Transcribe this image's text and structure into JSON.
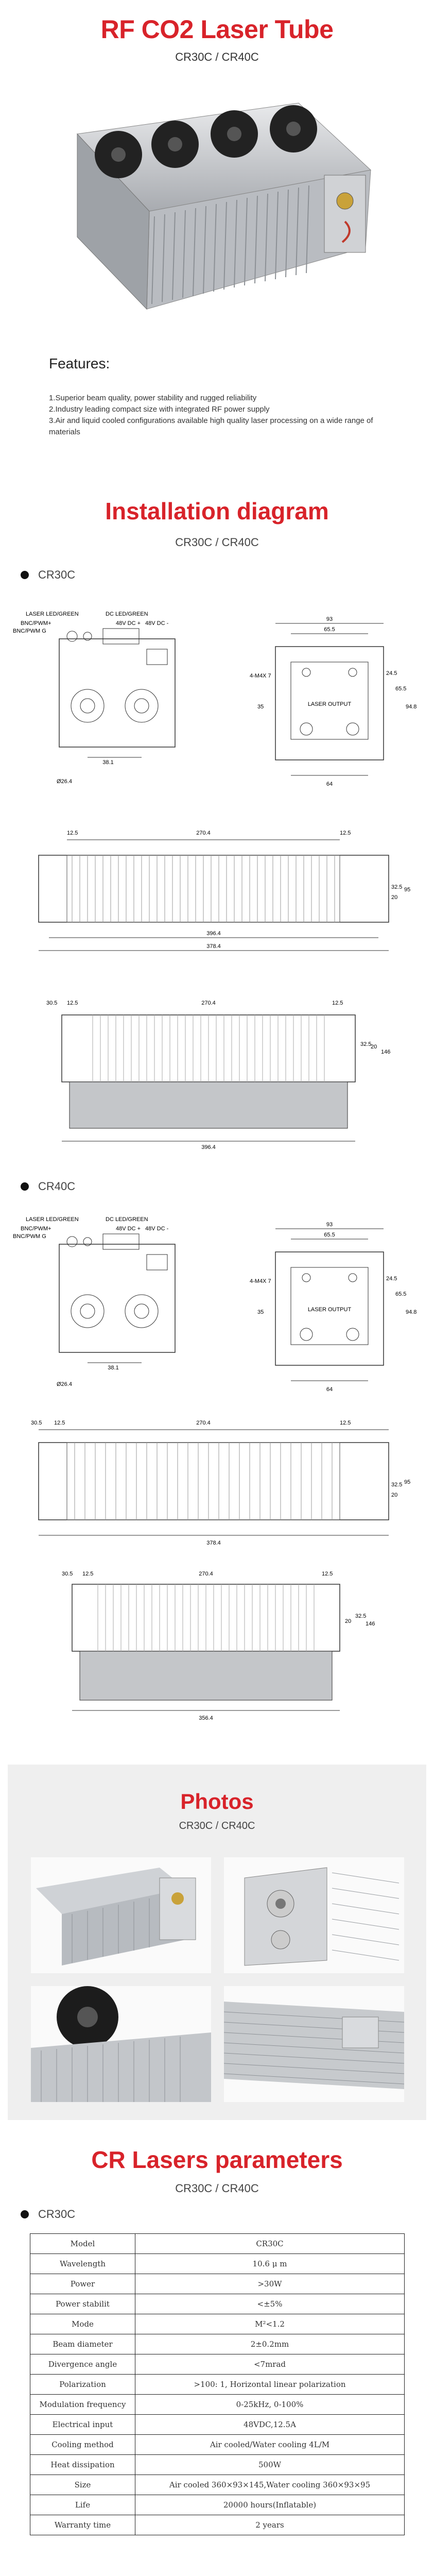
{
  "header": {
    "title": "RF CO2 Laser Tube",
    "models": "CR30C / CR40C"
  },
  "features": {
    "heading": "Features:",
    "items": [
      "1.Superior beam quality, power stability and rugged reliability",
      "2.Industry leading compact size with integrated RF power supply",
      "3.Air and liquid cooled configurations available high quality laser processing on a wide range of materials"
    ]
  },
  "installation": {
    "title": "Installation diagram",
    "models": "CR30C / CR40C",
    "cr30c": {
      "label": "CR30C",
      "labels": {
        "laser_led": "LASER LED/GREEN",
        "dc_led": "DC LED/GREEN",
        "bnc_pwm_plus": "BNC/PWM+",
        "bnc_pwm_g": "BNC/PWM G",
        "dc_plus": "48V DC +",
        "dc_minus": "48V DC -",
        "laser_output": "LASER OUTPUT",
        "m4": "4-M4X 7"
      },
      "dims": {
        "d93": "93",
        "d655": "65.5",
        "d245": "24.5",
        "d655v": "65.5",
        "d948": "94.8",
        "d35": "35",
        "d64": "64",
        "d381": "38.1",
        "d264": "Ø26.4",
        "side_125a": "12.5",
        "side_2704": "270.4",
        "side_125b": "12.5",
        "side_3964": "396.4",
        "side_3784": "378.4",
        "side_20": "20",
        "side_325": "32.5",
        "side_95": "95",
        "top_305": "30.5",
        "top_125a": "12.5",
        "top_2704": "270.4",
        "top_125b": "12.5",
        "top_3964": "396.4",
        "top_325": "32.5",
        "top_20": "20",
        "top_146": "146"
      }
    },
    "cr40c": {
      "label": "CR40C",
      "labels": {
        "laser_led": "LASER LED/GREEN",
        "dc_led": "DC LED/GREEN",
        "bnc_pwm_plus": "BNC/PWM+",
        "bnc_pwm_g": "BNC/PWM G",
        "dc_plus": "48V DC +",
        "dc_minus": "48V DC -",
        "laser_output": "LASER OUTPUT",
        "m4": "4-M4X 7"
      },
      "dims": {
        "d93": "93",
        "d655": "65.5",
        "d245": "24.5",
        "d655v": "65.5",
        "d948": "94.8",
        "d35": "35",
        "d64": "64",
        "d381": "38.1",
        "d264": "Ø26.4",
        "side_305": "30.5",
        "side_125a": "12.5",
        "side_2704": "270.4",
        "side_125b": "12.5",
        "side_3784": "378.4",
        "side_325": "32.5",
        "side_20": "20",
        "side_95": "95",
        "top_305": "30.5",
        "top_125a": "12.5",
        "top_2704": "270.4",
        "top_125b": "12.5",
        "top_3564": "356.4",
        "top_20": "20",
        "top_325": "32.5",
        "top_146": "146"
      }
    }
  },
  "photos": {
    "title": "Photos",
    "models": "CR30C / CR40C"
  },
  "parameters": {
    "title": "CR Lasers parameters",
    "models": "CR30C / CR40C",
    "model_label": "CR30C",
    "rows": [
      {
        "key": "Model",
        "value": "CR30C"
      },
      {
        "key": "Wavelength",
        "value": "10.6 μ m"
      },
      {
        "key": "Power",
        "value": ">30W"
      },
      {
        "key": "Power stabilit",
        "value": "<±5%"
      },
      {
        "key": "Mode",
        "value": "M²<1.2"
      },
      {
        "key": "Beam diameter",
        "value": "2±0.2mm"
      },
      {
        "key": "Divergence angle",
        "value": "<7mrad"
      },
      {
        "key": "Polarization",
        "value": ">100: 1, Horizontal linear polarization"
      },
      {
        "key": "Modulation frequency",
        "value": "0-25kHz, 0-100%"
      },
      {
        "key": "Electrical input",
        "value": "48VDC,12.5A"
      },
      {
        "key": "Cooling method",
        "value": "Air cooled/Water cooling 4L/M"
      },
      {
        "key": "Heat dissipation",
        "value": "500W"
      },
      {
        "key": "Size",
        "value": "Air cooled 360×93×145,Water cooling 360×93×95"
      },
      {
        "key": "Life",
        "value": "20000 hours(Inflatable)"
      },
      {
        "key": "Warranty time",
        "value": "2 years"
      }
    ]
  }
}
